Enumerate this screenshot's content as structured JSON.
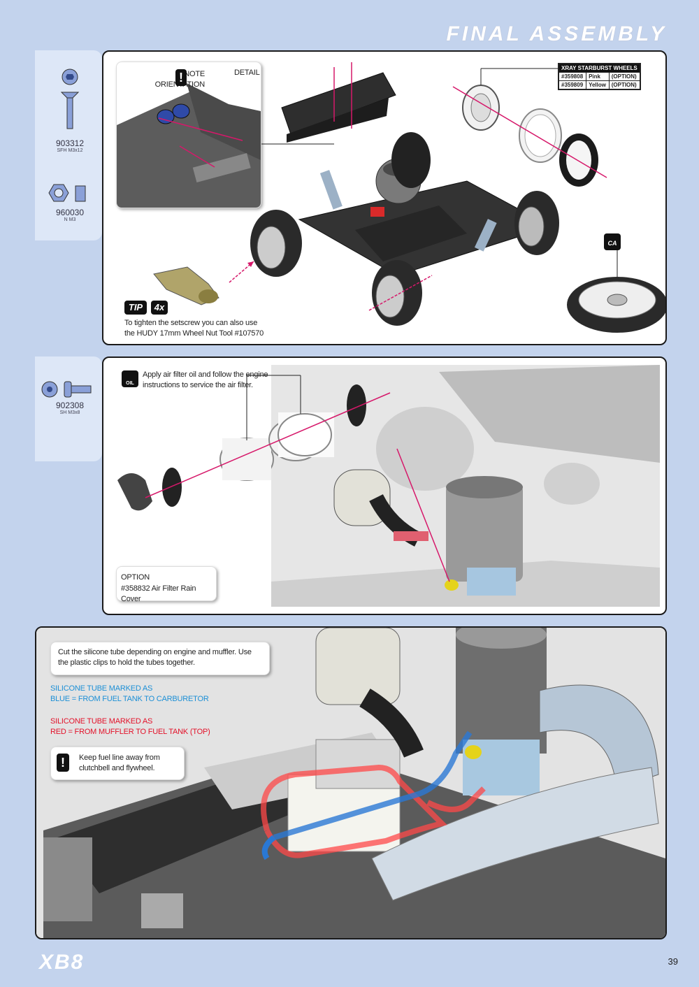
{
  "header": {
    "title": "FINAL ASSEMBLY"
  },
  "parts_1": [
    {
      "number": "903312",
      "desc": "SFH M3x12"
    },
    {
      "number": "960030",
      "desc": "N M3"
    }
  ],
  "parts_2": [
    {
      "number": "902308",
      "desc": "SH M3x8"
    }
  ],
  "panel1": {
    "note_label": "NOTE\nORIENTATION",
    "detail_label": "DETAIL",
    "table_title": "XRAY STARBURST WHEELS",
    "table_rows": [
      {
        "code": "#359808",
        "color": "Pink",
        "opt": "(OPTION)"
      },
      {
        "code": "#359809",
        "color": "Yellow",
        "opt": "(OPTION)"
      }
    ],
    "tip_badge": "TIP",
    "qty_badge": "4x",
    "ca_badge": "CA",
    "tip_text": "To tighten the setscrew you can also use the HUDY 17mm Wheel Nut Tool #107570"
  },
  "panel2": {
    "oil_badge": "OIL",
    "instruction": "Apply air filter oil and follow the engine instructions to service the air filter.",
    "option_label": "OPTION",
    "option_text": "#358832 Air Filter Rain Cover"
  },
  "panel3": {
    "instruction": "Cut the silicone tube depending on engine and muffler. Use the plastic clips to hold the tubes together.",
    "blue_line1": "SILICONE TUBE MARKED AS",
    "blue_line2": "BLUE = FROM FUEL TANK TO CARBURETOR",
    "red_line1": "SILICONE TUBE MARKED AS",
    "red_line2": "RED = FROM MUFFLER TO FUEL TANK (TOP)",
    "warning_icon": "!",
    "warning": "Keep fuel line away from clutchbell and flywheel."
  },
  "footer": {
    "logo": "XB8",
    "page": "39"
  },
  "colors": {
    "page_bg": "#c3d3ed",
    "parts_bg": "#dde7f7",
    "blue_text": "#1c8fd6",
    "red_text": "#e3122a",
    "arrow": "#d6186a"
  }
}
